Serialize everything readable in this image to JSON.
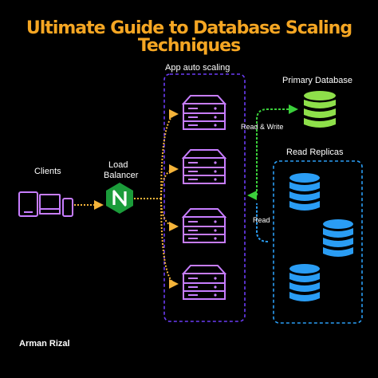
{
  "title": {
    "line1": "Ultimate Guide to Database Scaling",
    "line2": "Techniques"
  },
  "labels": {
    "app_group": "App auto scaling",
    "primary_db": "Primary Database",
    "read_replicas": "Read Replicas",
    "clients": "Clients",
    "load_balancer_line1": "Load",
    "load_balancer_line2": "Balancer",
    "read_write": "Read & Write",
    "read": "Read",
    "author": "Arman Rizal"
  },
  "icons": {
    "load_balancer": "nginx-icon",
    "server": "server-icon",
    "database": "database-icon",
    "clients": "devices-icon"
  },
  "colors": {
    "background": "#000000",
    "title": "#f5a623",
    "app_group_border": "#6b3cf5",
    "replicas_border": "#2a9df4",
    "server": "#c77dff",
    "clients": "#c77dff",
    "primary_db": "#8ee04a",
    "replica_db": "#2a9df4",
    "nginx": "#1b9c3a",
    "lb_arrows": "#f5b43a",
    "read_write_arrow": "#3bcf3b",
    "read_arrow": "#2a9df4"
  }
}
